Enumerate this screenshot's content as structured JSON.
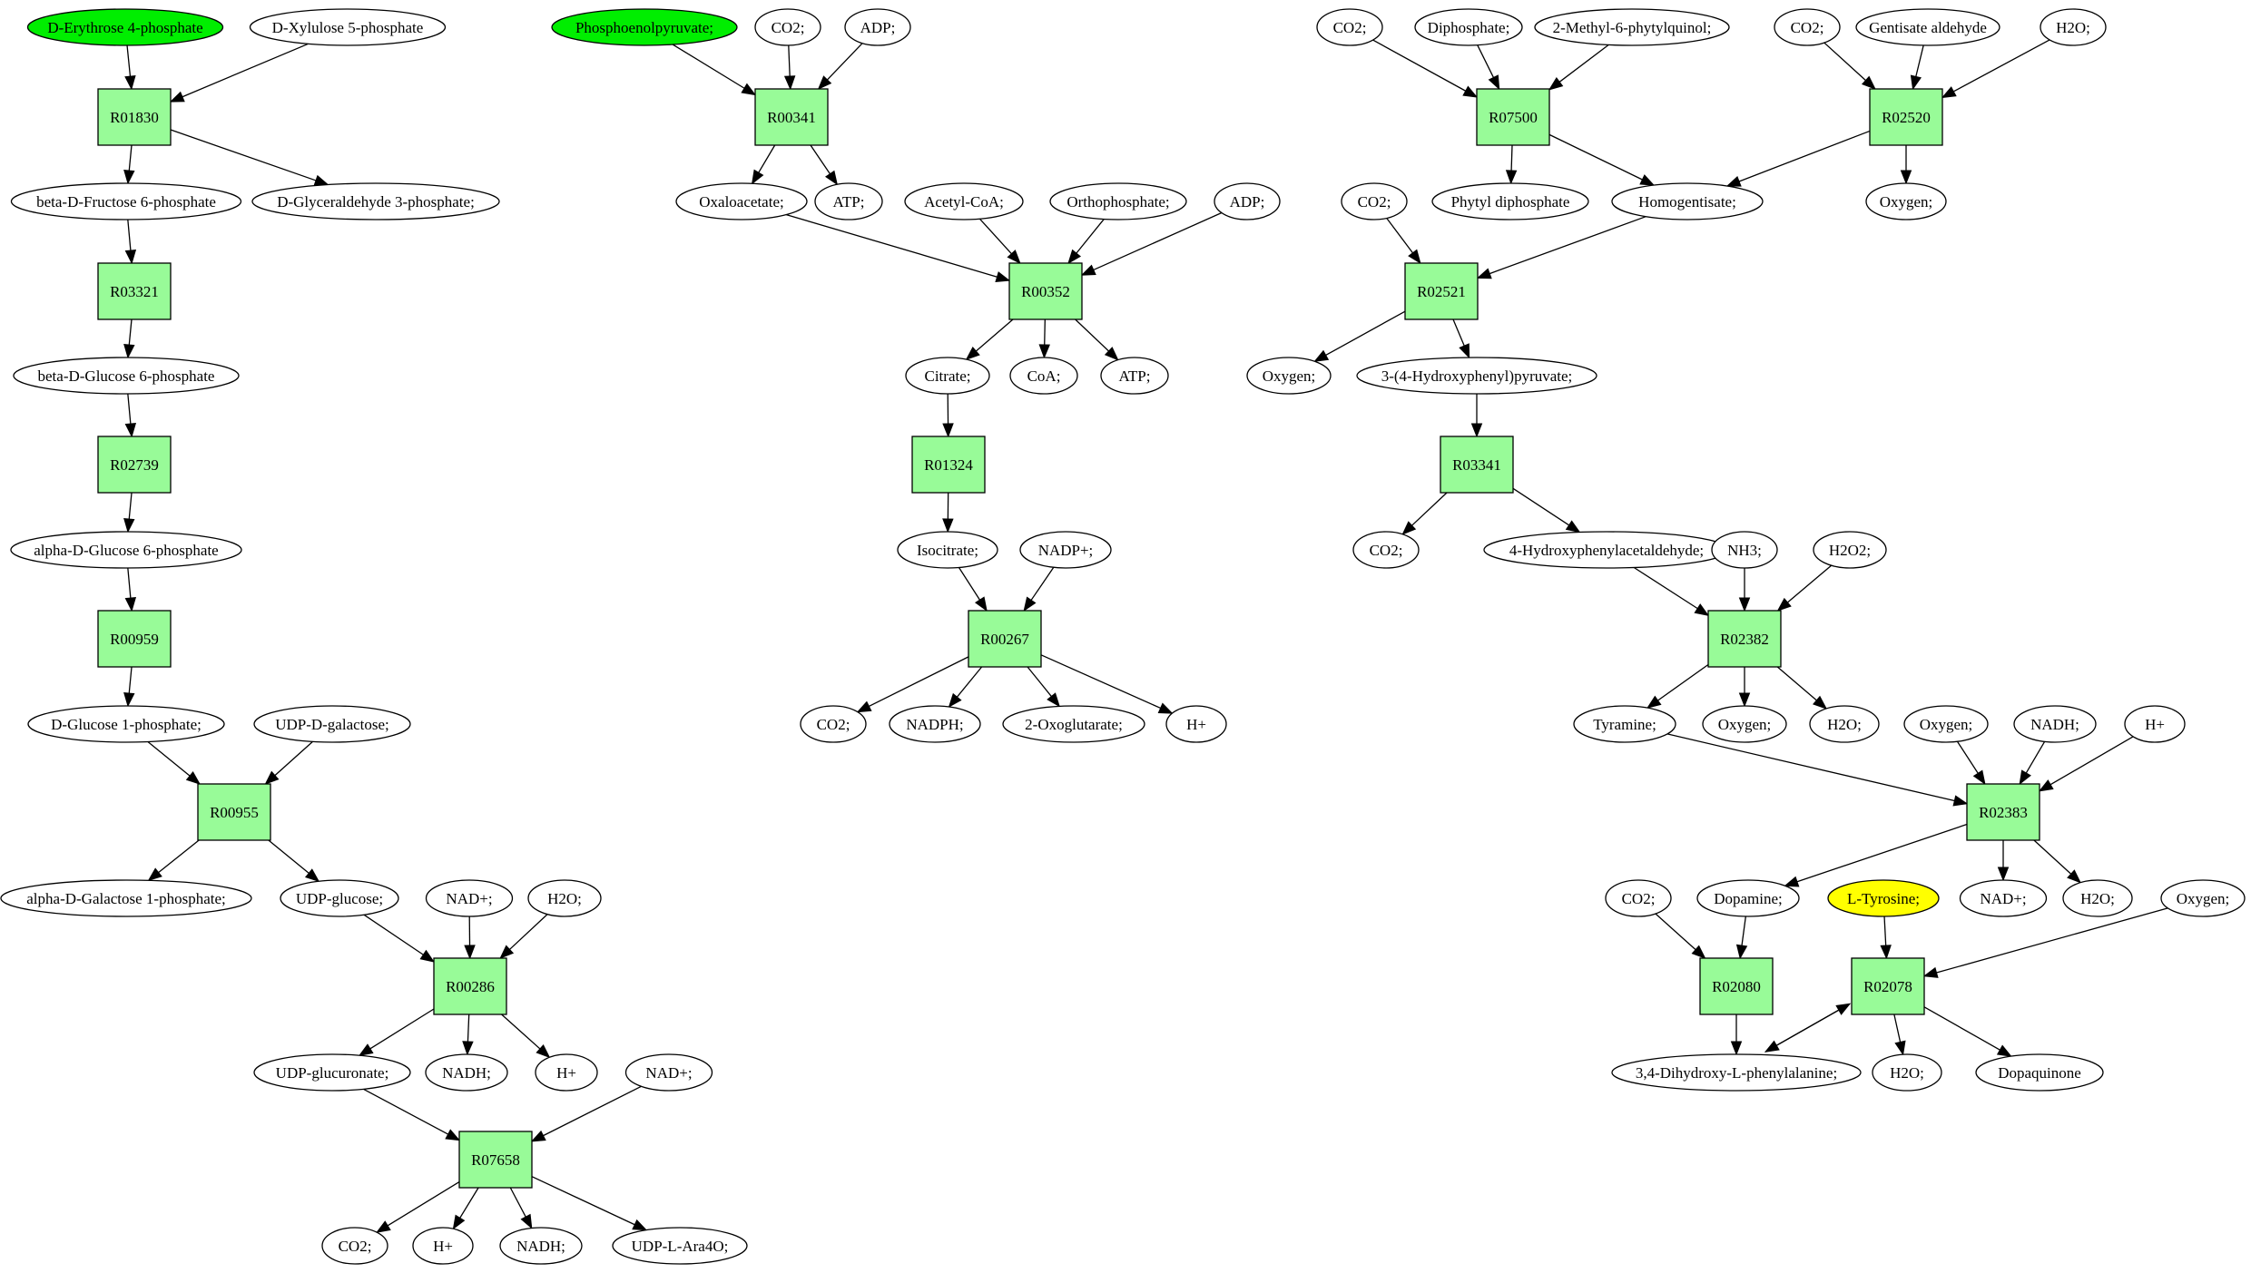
{
  "colors": {
    "reaction_fill": "#98fb98",
    "compound_fill": "#ffffff",
    "start_fill": "#00ee00",
    "target_fill": "#ffff00",
    "stroke": "#000000"
  },
  "reactions": [
    {
      "id": "R01830",
      "label": "R01830"
    },
    {
      "id": "R03321",
      "label": "R03321"
    },
    {
      "id": "R02739",
      "label": "R02739"
    },
    {
      "id": "R00959",
      "label": "R00959"
    },
    {
      "id": "R00955",
      "label": "R00955"
    },
    {
      "id": "R00286",
      "label": "R00286"
    },
    {
      "id": "R07658",
      "label": "R07658"
    },
    {
      "id": "R00341",
      "label": "R00341"
    },
    {
      "id": "R00352",
      "label": "R00352"
    },
    {
      "id": "R01324",
      "label": "R01324"
    },
    {
      "id": "R00267",
      "label": "R00267"
    },
    {
      "id": "R07500",
      "label": "R07500"
    },
    {
      "id": "R02520",
      "label": "R02520"
    },
    {
      "id": "R02521",
      "label": "R02521"
    },
    {
      "id": "R03341",
      "label": "R03341"
    },
    {
      "id": "R02382",
      "label": "R02382"
    },
    {
      "id": "R02383",
      "label": "R02383"
    },
    {
      "id": "R02080",
      "label": "R02080"
    },
    {
      "id": "R02078",
      "label": "R02078"
    }
  ],
  "compounds": [
    {
      "id": "c_e4p",
      "label": "D-Erythrose 4-phosphate",
      "kind": "start"
    },
    {
      "id": "c_x5p",
      "label": "D-Xylulose 5-phosphate",
      "kind": "normal"
    },
    {
      "id": "c_bf6p",
      "label": "beta-D-Fructose 6-phosphate",
      "kind": "normal"
    },
    {
      "id": "c_g3p",
      "label": "D-Glyceraldehyde 3-phosphate;",
      "kind": "normal"
    },
    {
      "id": "c_bg6p",
      "label": "beta-D-Glucose 6-phosphate",
      "kind": "normal"
    },
    {
      "id": "c_ag6p",
      "label": "alpha-D-Glucose 6-phosphate",
      "kind": "normal"
    },
    {
      "id": "c_g1p",
      "label": "D-Glucose 1-phosphate;",
      "kind": "normal"
    },
    {
      "id": "c_udpgal",
      "label": "UDP-D-galactose;",
      "kind": "normal"
    },
    {
      "id": "c_agal1p",
      "label": "alpha-D-Galactose 1-phosphate;",
      "kind": "normal"
    },
    {
      "id": "c_udpglc",
      "label": "UDP-glucose;",
      "kind": "normal"
    },
    {
      "id": "c_nadp_a",
      "label": "NAD+;",
      "kind": "normal"
    },
    {
      "id": "c_h2o_a",
      "label": "H2O;",
      "kind": "normal"
    },
    {
      "id": "c_udpglcur",
      "label": "UDP-glucuronate;",
      "kind": "normal"
    },
    {
      "id": "c_nadh_a",
      "label": "NADH;",
      "kind": "normal"
    },
    {
      "id": "c_h_a",
      "label": "H+",
      "kind": "normal"
    },
    {
      "id": "c_nadp_b",
      "label": "NAD+;",
      "kind": "normal"
    },
    {
      "id": "c_co2_g",
      "label": "CO2;",
      "kind": "normal"
    },
    {
      "id": "c_h_g",
      "label": "H+",
      "kind": "normal"
    },
    {
      "id": "c_nadh_g",
      "label": "NADH;",
      "kind": "normal"
    },
    {
      "id": "c_udpara",
      "label": "UDP-L-Ara4O;",
      "kind": "normal"
    },
    {
      "id": "c_pep",
      "label": "Phosphoenolpyruvate;",
      "kind": "start"
    },
    {
      "id": "c_co2_b",
      "label": "CO2;",
      "kind": "normal"
    },
    {
      "id": "c_adp_b",
      "label": "ADP;",
      "kind": "normal"
    },
    {
      "id": "c_oaa",
      "label": "Oxaloacetate;",
      "kind": "normal"
    },
    {
      "id": "c_atp_b",
      "label": "ATP;",
      "kind": "normal"
    },
    {
      "id": "c_acoa",
      "label": "Acetyl-CoA;",
      "kind": "normal"
    },
    {
      "id": "c_pi",
      "label": "Orthophosphate;",
      "kind": "normal"
    },
    {
      "id": "c_adp_c",
      "label": "ADP;",
      "kind": "normal"
    },
    {
      "id": "c_cit",
      "label": "Citrate;",
      "kind": "normal"
    },
    {
      "id": "c_coa",
      "label": "CoA;",
      "kind": "normal"
    },
    {
      "id": "c_atp_c",
      "label": "ATP;",
      "kind": "normal"
    },
    {
      "id": "c_icit",
      "label": "Isocitrate;",
      "kind": "normal"
    },
    {
      "id": "c_nadpp",
      "label": "NADP+;",
      "kind": "normal"
    },
    {
      "id": "c_co2_c",
      "label": "CO2;",
      "kind": "normal"
    },
    {
      "id": "c_nadph",
      "label": "NADPH;",
      "kind": "normal"
    },
    {
      "id": "c_akg",
      "label": "2-Oxoglutarate;",
      "kind": "normal"
    },
    {
      "id": "c_h_c",
      "label": "H+",
      "kind": "normal"
    },
    {
      "id": "c_co2_d",
      "label": "CO2;",
      "kind": "normal"
    },
    {
      "id": "c_ppi",
      "label": "Diphosphate;",
      "kind": "normal"
    },
    {
      "id": "c_mpq",
      "label": "2-Methyl-6-phytylquinol;",
      "kind": "normal"
    },
    {
      "id": "c_co2_e",
      "label": "CO2;",
      "kind": "normal"
    },
    {
      "id": "c_gald",
      "label": "Gentisate aldehyde",
      "kind": "normal"
    },
    {
      "id": "c_h2o_e",
      "label": "H2O;",
      "kind": "normal"
    },
    {
      "id": "c_phpp",
      "label": "Phytyl diphosphate",
      "kind": "normal"
    },
    {
      "id": "c_hga",
      "label": "Homogentisate;",
      "kind": "normal"
    },
    {
      "id": "c_oxy_e",
      "label": "Oxygen;",
      "kind": "normal"
    },
    {
      "id": "c_co2_f",
      "label": "CO2;",
      "kind": "normal"
    },
    {
      "id": "c_oxy_f",
      "label": "Oxygen;",
      "kind": "normal"
    },
    {
      "id": "c_hpp",
      "label": "3-(4-Hydroxyphenyl)pyruvate;",
      "kind": "normal"
    },
    {
      "id": "c_co2_h",
      "label": "CO2;",
      "kind": "normal"
    },
    {
      "id": "c_hpa",
      "label": "4-Hydroxyphenylacetaldehyde;",
      "kind": "normal"
    },
    {
      "id": "c_nh3",
      "label": "NH3;",
      "kind": "normal"
    },
    {
      "id": "c_h2o2",
      "label": "H2O2;",
      "kind": "normal"
    },
    {
      "id": "c_tyr",
      "label": "Tyramine;",
      "kind": "normal"
    },
    {
      "id": "c_oxy_i",
      "label": "Oxygen;",
      "kind": "normal"
    },
    {
      "id": "c_h2o_i",
      "label": "H2O;",
      "kind": "normal"
    },
    {
      "id": "c_oxy_j",
      "label": "Oxygen;",
      "kind": "normal"
    },
    {
      "id": "c_nadh_j",
      "label": "NADH;",
      "kind": "normal"
    },
    {
      "id": "c_h_j",
      "label": "H+",
      "kind": "normal"
    },
    {
      "id": "c_co2_k",
      "label": "CO2;",
      "kind": "normal"
    },
    {
      "id": "c_dop",
      "label": "Dopamine;",
      "kind": "normal"
    },
    {
      "id": "c_ltyr",
      "label": "L-Tyrosine;",
      "kind": "target"
    },
    {
      "id": "c_nadp_k",
      "label": "NAD+;",
      "kind": "normal"
    },
    {
      "id": "c_h2o_k",
      "label": "H2O;",
      "kind": "normal"
    },
    {
      "id": "c_oxy_k",
      "label": "Oxygen;",
      "kind": "normal"
    },
    {
      "id": "c_dopa",
      "label": "3,4-Dihydroxy-L-phenylalanine;",
      "kind": "normal"
    },
    {
      "id": "c_h2o_l",
      "label": "H2O;",
      "kind": "normal"
    },
    {
      "id": "c_dq",
      "label": "Dopaquinone",
      "kind": "normal"
    }
  ],
  "edges": [
    [
      "c_e4p",
      "R01830"
    ],
    [
      "c_x5p",
      "R01830"
    ],
    [
      "R01830",
      "c_bf6p"
    ],
    [
      "R01830",
      "c_g3p"
    ],
    [
      "c_bf6p",
      "R03321"
    ],
    [
      "R03321",
      "c_bg6p"
    ],
    [
      "c_bg6p",
      "R02739"
    ],
    [
      "R02739",
      "c_ag6p"
    ],
    [
      "c_ag6p",
      "R00959"
    ],
    [
      "R00959",
      "c_g1p"
    ],
    [
      "c_g1p",
      "R00955"
    ],
    [
      "c_udpgal",
      "R00955"
    ],
    [
      "R00955",
      "c_agal1p"
    ],
    [
      "R00955",
      "c_udpglc"
    ],
    [
      "c_udpglc",
      "R00286"
    ],
    [
      "c_nadp_a",
      "R00286"
    ],
    [
      "c_h2o_a",
      "R00286"
    ],
    [
      "R00286",
      "c_udpglcur"
    ],
    [
      "R00286",
      "c_nadh_a"
    ],
    [
      "R00286",
      "c_h_a"
    ],
    [
      "c_udpglcur",
      "R07658"
    ],
    [
      "c_nadp_b",
      "R07658"
    ],
    [
      "R07658",
      "c_co2_g"
    ],
    [
      "R07658",
      "c_h_g"
    ],
    [
      "R07658",
      "c_nadh_g"
    ],
    [
      "R07658",
      "c_udpara"
    ],
    [
      "c_pep",
      "R00341"
    ],
    [
      "c_co2_b",
      "R00341"
    ],
    [
      "c_adp_b",
      "R00341"
    ],
    [
      "R00341",
      "c_oaa"
    ],
    [
      "R00341",
      "c_atp_b"
    ],
    [
      "c_oaa",
      "R00352"
    ],
    [
      "c_acoa",
      "R00352"
    ],
    [
      "c_pi",
      "R00352"
    ],
    [
      "c_adp_c",
      "R00352"
    ],
    [
      "R00352",
      "c_cit"
    ],
    [
      "R00352",
      "c_coa"
    ],
    [
      "R00352",
      "c_atp_c"
    ],
    [
      "c_cit",
      "R01324"
    ],
    [
      "R01324",
      "c_icit"
    ],
    [
      "c_icit",
      "R00267"
    ],
    [
      "c_nadpp",
      "R00267"
    ],
    [
      "R00267",
      "c_co2_c"
    ],
    [
      "R00267",
      "c_nadph"
    ],
    [
      "R00267",
      "c_akg"
    ],
    [
      "R00267",
      "c_h_c"
    ],
    [
      "c_co2_d",
      "R07500"
    ],
    [
      "c_ppi",
      "R07500"
    ],
    [
      "c_mpq",
      "R07500"
    ],
    [
      "R07500",
      "c_phpp"
    ],
    [
      "R07500",
      "c_hga"
    ],
    [
      "c_co2_e",
      "R02520"
    ],
    [
      "c_gald",
      "R02520"
    ],
    [
      "c_h2o_e",
      "R02520"
    ],
    [
      "R02520",
      "c_hga"
    ],
    [
      "R02520",
      "c_oxy_e"
    ],
    [
      "c_co2_f",
      "R02521"
    ],
    [
      "c_hga",
      "R02521"
    ],
    [
      "R02521",
      "c_oxy_f"
    ],
    [
      "R02521",
      "c_hpp"
    ],
    [
      "c_hpp",
      "R03341"
    ],
    [
      "R03341",
      "c_co2_h"
    ],
    [
      "R03341",
      "c_hpa"
    ],
    [
      "c_hpa",
      "R02382"
    ],
    [
      "c_nh3",
      "R02382"
    ],
    [
      "c_h2o2",
      "R02382"
    ],
    [
      "R02382",
      "c_tyr"
    ],
    [
      "R02382",
      "c_oxy_i"
    ],
    [
      "R02382",
      "c_h2o_i"
    ],
    [
      "c_tyr",
      "R02383"
    ],
    [
      "c_oxy_j",
      "R02383"
    ],
    [
      "c_nadh_j",
      "R02383"
    ],
    [
      "c_h_j",
      "R02383"
    ],
    [
      "R02383",
      "c_dop"
    ],
    [
      "R02383",
      "c_nadp_k"
    ],
    [
      "R02383",
      "c_h2o_k"
    ],
    [
      "c_co2_k",
      "R02080"
    ],
    [
      "c_dop",
      "R02080"
    ],
    [
      "R02080",
      "c_dopa"
    ],
    [
      "c_ltyr",
      "R02078"
    ],
    [
      "c_oxy_k",
      "R02078"
    ],
    [
      "c_dopa",
      "R02078"
    ],
    [
      "R02078",
      "c_dopa"
    ],
    [
      "R02078",
      "c_h2o_l"
    ],
    [
      "R02078",
      "c_dq"
    ]
  ]
}
